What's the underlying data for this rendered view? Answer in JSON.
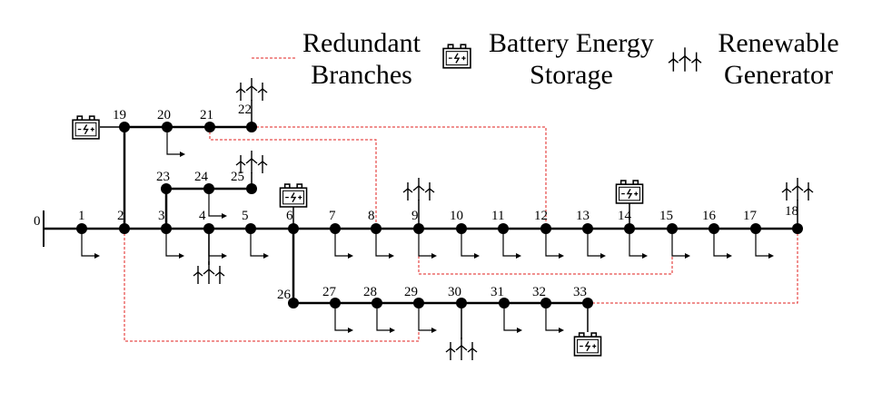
{
  "legend": {
    "redundant_line1": "Redundant",
    "redundant_line2": "Branches",
    "battery_line1": "Battery Energy",
    "battery_line2": "Storage",
    "renewable_line1": "Renewable",
    "renewable_line2": "Generator"
  },
  "colors": {
    "line": "#000000",
    "redundant": "#e0201f",
    "node": "#000000"
  },
  "buses": [
    "0",
    "1",
    "2",
    "3",
    "4",
    "5",
    "6",
    "7",
    "8",
    "9",
    "10",
    "11",
    "12",
    "13",
    "14",
    "15",
    "16",
    "17",
    "18",
    "19",
    "20",
    "21",
    "22",
    "23",
    "24",
    "25",
    "26",
    "27",
    "28",
    "29",
    "30",
    "31",
    "32",
    "33"
  ],
  "branches": [
    [
      "0",
      "1"
    ],
    [
      "1",
      "2"
    ],
    [
      "2",
      "3"
    ],
    [
      "3",
      "4"
    ],
    [
      "4",
      "5"
    ],
    [
      "5",
      "6"
    ],
    [
      "6",
      "7"
    ],
    [
      "7",
      "8"
    ],
    [
      "8",
      "9"
    ],
    [
      "9",
      "10"
    ],
    [
      "10",
      "11"
    ],
    [
      "11",
      "12"
    ],
    [
      "12",
      "13"
    ],
    [
      "13",
      "14"
    ],
    [
      "14",
      "15"
    ],
    [
      "15",
      "16"
    ],
    [
      "16",
      "17"
    ],
    [
      "17",
      "18"
    ],
    [
      "2",
      "19"
    ],
    [
      "19",
      "20"
    ],
    [
      "20",
      "21"
    ],
    [
      "21",
      "22"
    ],
    [
      "3",
      "23"
    ],
    [
      "23",
      "24"
    ],
    [
      "24",
      "25"
    ],
    [
      "6",
      "26"
    ],
    [
      "26",
      "27"
    ],
    [
      "27",
      "28"
    ],
    [
      "28",
      "29"
    ],
    [
      "29",
      "30"
    ],
    [
      "30",
      "31"
    ],
    [
      "31",
      "32"
    ],
    [
      "32",
      "33"
    ]
  ],
  "redundant_branches": [
    [
      "22",
      "12"
    ],
    [
      "21",
      "8"
    ],
    [
      "2",
      "29"
    ],
    [
      "9",
      "15"
    ],
    [
      "33",
      "18"
    ]
  ],
  "battery_buses": [
    "19",
    "6",
    "14",
    "33"
  ],
  "renewable_buses": [
    "22",
    "25",
    "4",
    "9",
    "18",
    "30"
  ],
  "load_buses": [
    "1",
    "3",
    "4",
    "5",
    "7",
    "8",
    "9",
    "10",
    "11",
    "12",
    "13",
    "14",
    "15",
    "16",
    "17",
    "20",
    "24",
    "27",
    "28",
    "29",
    "31",
    "32"
  ]
}
